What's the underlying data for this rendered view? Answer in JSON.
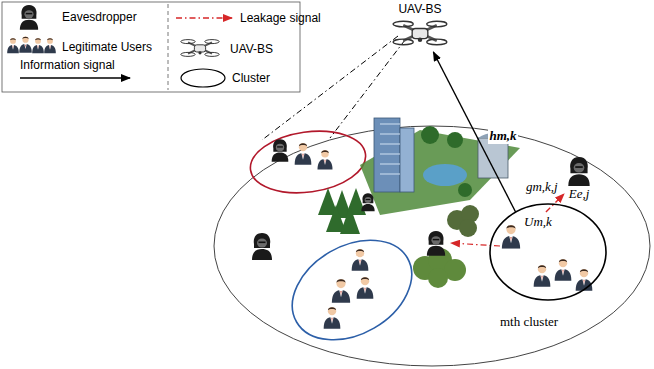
{
  "diagram": {
    "nodes": [
      {
        "text": [
          "UAV-BS"
        ]
      },
      {
        "text": [
          "mth cluster"
        ]
      },
      {
        "text": [
          "Um,k"
        ],
        "in": 1
      },
      {
        "text": [
          "Ee,j"
        ]
      }
    ],
    "edges": [
      {
        "from": 2,
        "to": 0,
        "label": "hm,k",
        "arrow": "to"
      },
      {
        "from": 2,
        "to": 3,
        "label": "gm,k,j",
        "arrow": "to"
      }
    ],
    "legend": [
      {
        "text": "Eavesdropper"
      },
      {
        "text": "Legitimate Users"
      },
      {
        "text": "Information signal"
      },
      {
        "text": "Leakage signal"
      },
      {
        "text": "UAV-BS"
      },
      {
        "text": "Cluster"
      }
    ]
  }
}
